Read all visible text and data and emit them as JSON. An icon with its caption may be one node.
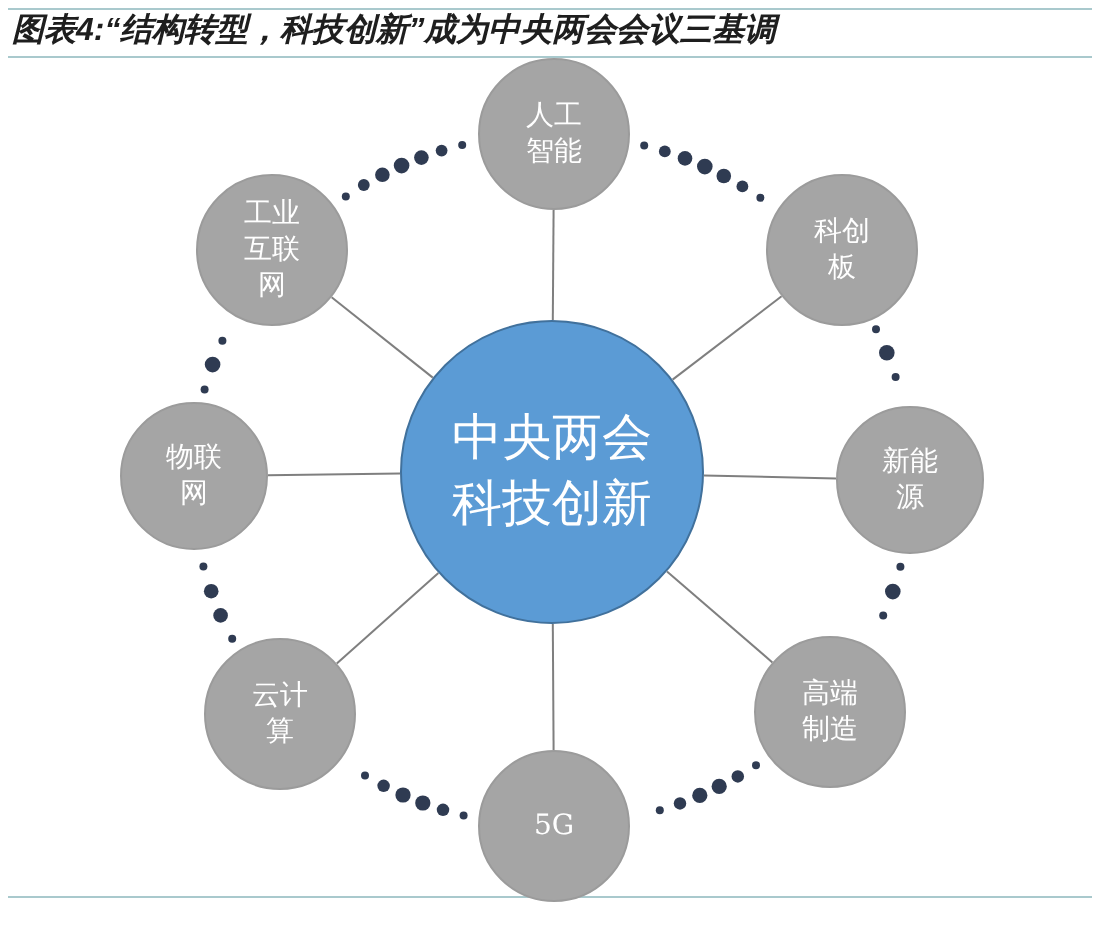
{
  "diagram": {
    "title": "图表4:“结构转型，科技创新”成为中央两会会议三基调",
    "nodes": [
      {
        "text": [
          "人工智能"
        ]
      },
      {
        "text": [
          "工业互联网"
        ]
      },
      {
        "text": [
          "科创板"
        ]
      },
      {
        "text": [
          "中央两会科技创新"
        ]
      },
      {
        "text": [
          "物联网"
        ]
      },
      {
        "text": [
          "新能源"
        ]
      },
      {
        "text": [
          "云计算"
        ]
      },
      {
        "text": [
          "高端制造"
        ]
      },
      {
        "text": [
          "5G"
        ]
      }
    ],
    "edges": [
      {
        "from": 3,
        "to": 0,
        "arrow": "none"
      },
      {
        "from": 3,
        "to": 2,
        "arrow": "none"
      },
      {
        "from": 3,
        "to": 5,
        "arrow": "none"
      },
      {
        "from": 3,
        "to": 7,
        "arrow": "none"
      },
      {
        "from": 3,
        "to": 8,
        "arrow": "none"
      },
      {
        "from": 3,
        "to": 6,
        "arrow": "none"
      },
      {
        "from": 3,
        "to": 4,
        "arrow": "none"
      },
      {
        "from": 3,
        "to": 1,
        "arrow": "none"
      }
    ]
  }
}
